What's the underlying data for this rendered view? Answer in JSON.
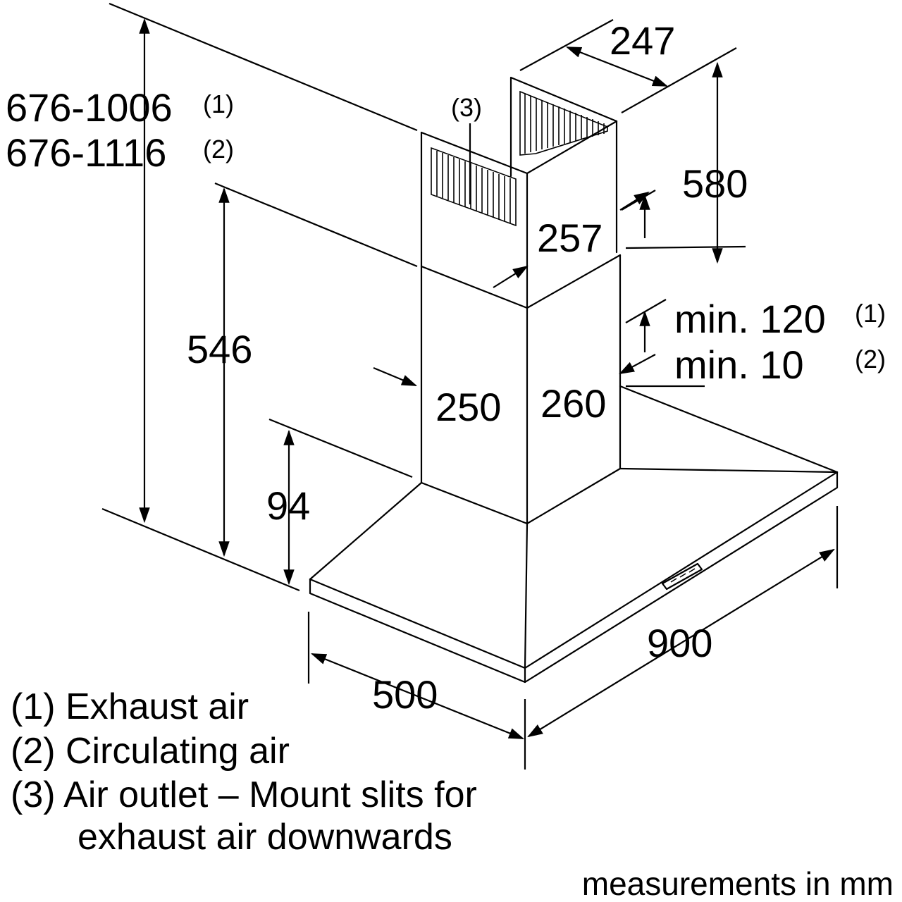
{
  "dimensions": {
    "total_height_exhaust": "676-1006",
    "total_height_exhaust_note": "(1)",
    "total_height_circulating": "676-1116",
    "total_height_circulating_note": "(2)",
    "outlet_note": "(3)",
    "chimney_depth_top": "247",
    "upper_chimney_height": "580",
    "upper_chimney_width": "257",
    "canopy_to_top_height": "546",
    "min_gap_exhaust": "min. 120",
    "min_gap_exhaust_note": "(1)",
    "min_gap_circulating": "min. 10",
    "min_gap_circulating_note": "(2)",
    "lower_chimney_depth": "250",
    "lower_chimney_width": "260",
    "canopy_height": "94",
    "hood_width": "900",
    "hood_depth": "500"
  },
  "legend": {
    "item1": "(1) Exhaust air",
    "item2": "(2) Circulating air",
    "item3_line1": "(3) Air outlet – Mount slits for",
    "item3_line2": "exhaust air downwards"
  },
  "footer": "measurements in mm"
}
